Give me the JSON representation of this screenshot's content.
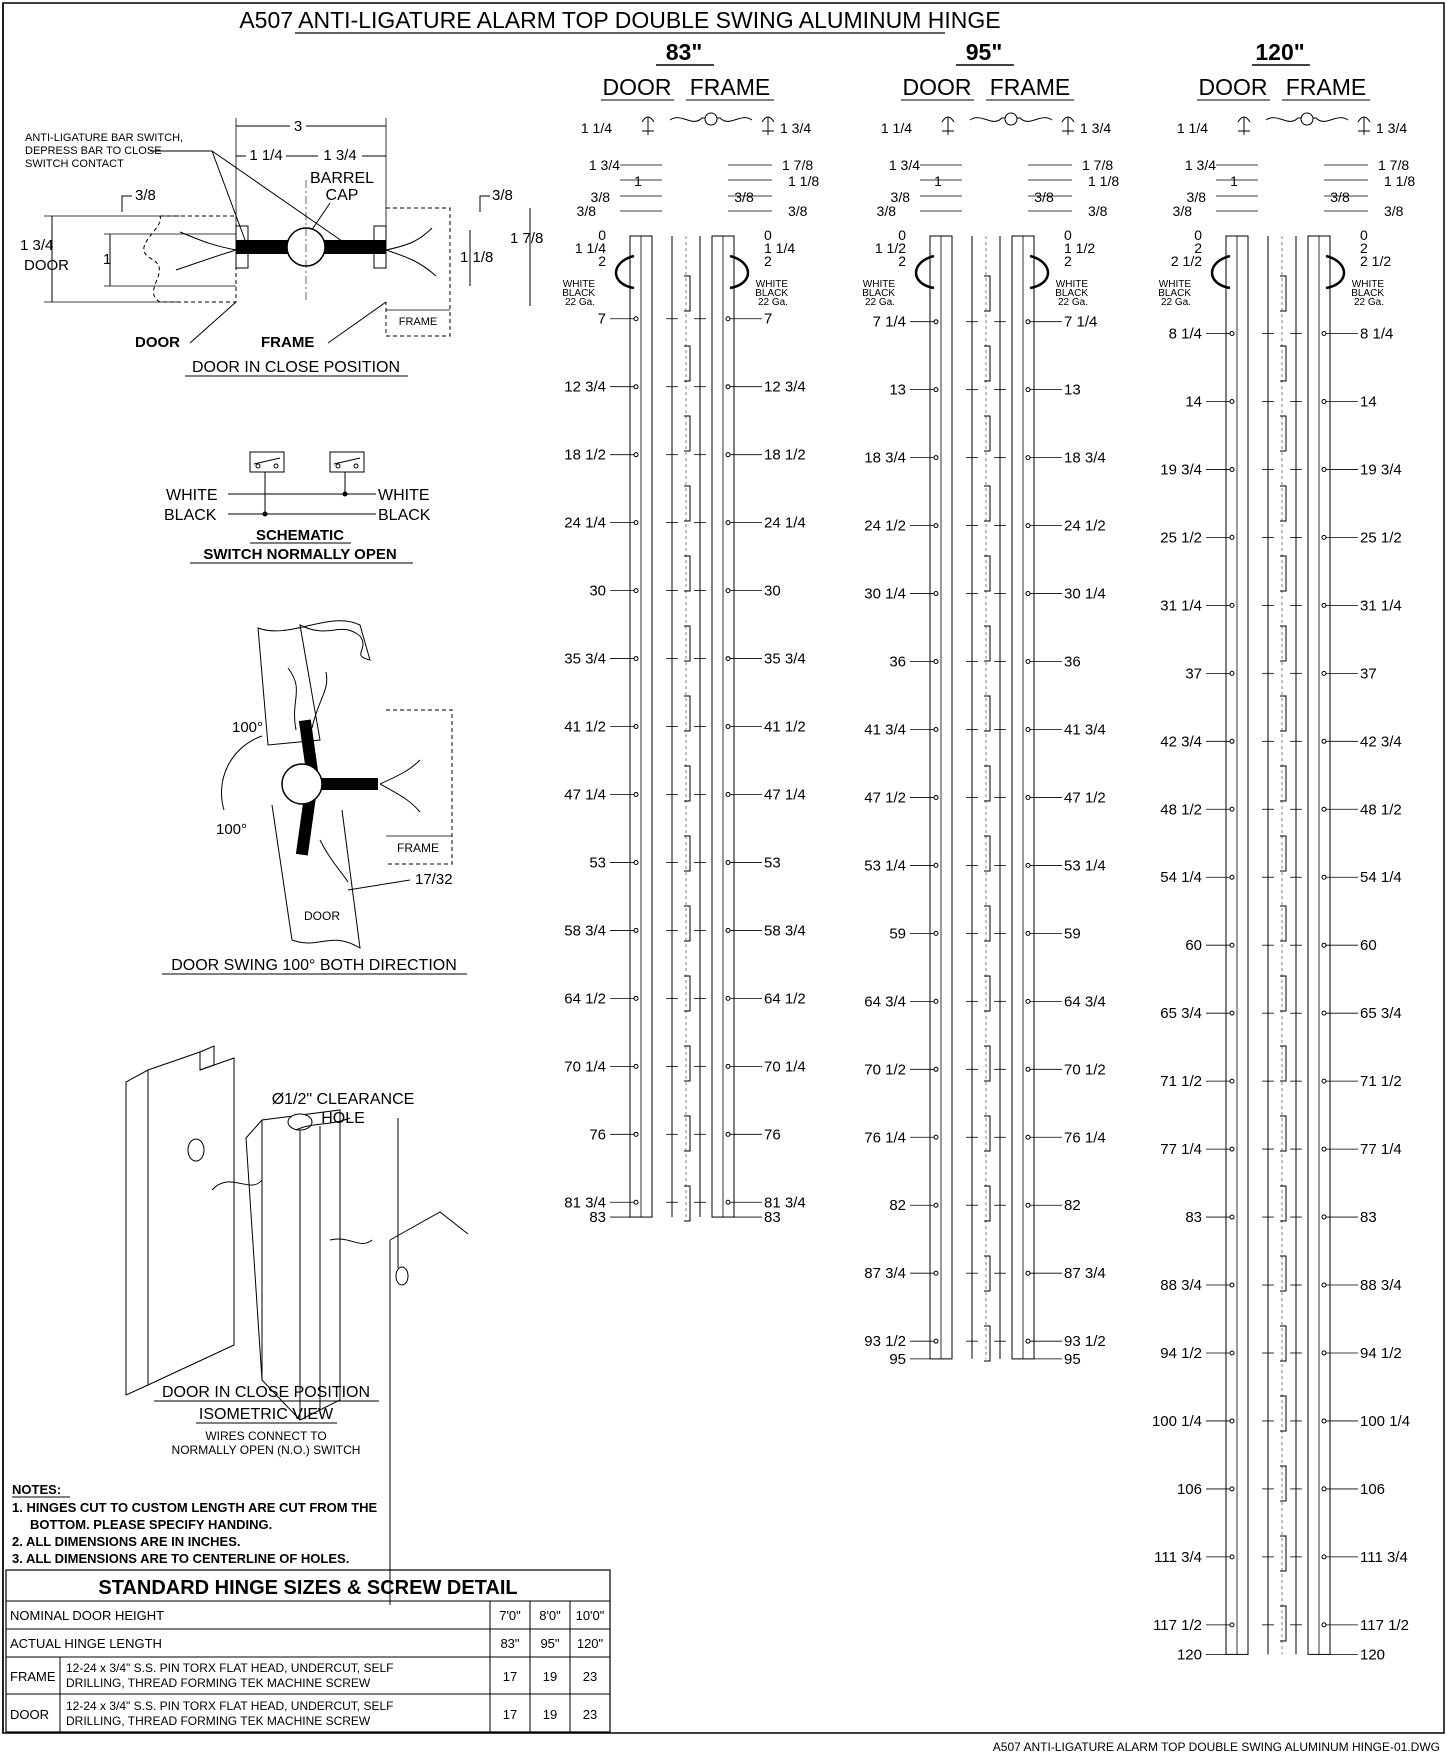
{
  "title": "A507 ANTI-LIGATURE ALARM TOP DOUBLE SWING ALUMINUM HINGE",
  "file_name": "A507 ANTI-LIGATURE ALARM TOP DOUBLE SWING ALUMINUM HINGE-01.DWG",
  "close_detail": {
    "switch_note": [
      "ANTI-LIGATURE BAR SWITCH,",
      "DEPRESS BAR TO CLOSE",
      "SWITCH CONTACT"
    ],
    "dim_overall": "3",
    "dim_left": "1 1/4",
    "dim_right": "1 3/4",
    "barrel_cap": [
      "BARREL",
      "CAP"
    ],
    "dim_3_8_left": "3/8",
    "dim_3_8_right": "3/8",
    "dim_1_7_8": "1 7/8",
    "dim_door_thick": "1 3/4",
    "door_word": "DOOR",
    "dim_1": "1",
    "dim_1_1_8": "1 1/8",
    "frame_box_label": "FRAME",
    "door_label": "DOOR",
    "frame_label": "FRAME",
    "caption": "DOOR IN CLOSE POSITION"
  },
  "schematic": {
    "wire_top": "WHITE",
    "wire_bottom": "BLACK",
    "title": "SCHEMATIC",
    "subtitle": "SWITCH NORMALLY OPEN"
  },
  "swing": {
    "angle_top": "100°",
    "angle_bottom": "100°",
    "frame_label": "FRAME",
    "door_label": "DOOR",
    "dim": "17/32",
    "caption": "DOOR SWING 100° BOTH DIRECTION"
  },
  "iso": {
    "hole_label": [
      "Ø1/2\" CLEARANCE",
      "HOLE"
    ],
    "caption1": "DOOR IN CLOSE POSITION",
    "caption2": "ISOMETRIC VIEW",
    "note": [
      "WIRES CONNECT TO",
      "NORMALLY OPEN (N.O.) SWITCH"
    ]
  },
  "notes": {
    "heading": "NOTES:",
    "items": [
      "1. HINGES CUT TO CUSTOM LENGTH ARE CUT FROM THE",
      "    BOTTOM. PLEASE SPECIFY HANDING.",
      "2. ALL DIMENSIONS ARE IN INCHES.",
      "3. ALL DIMENSIONS ARE TO CENTERLINE OF HOLES."
    ]
  },
  "table": {
    "title": "STANDARD HINGE SIZES & SCREW DETAIL",
    "rows": [
      {
        "label": "NOMINAL DOOR HEIGHT",
        "values": [
          "7'0\"",
          "8'0\"",
          "10'0\""
        ]
      },
      {
        "label": "ACTUAL HINGE LENGTH",
        "values": [
          "83\"",
          "95\"",
          "120\""
        ]
      },
      {
        "tag": "FRAME",
        "label": "12-24 x 3/4\" S.S. PIN TORX FLAT HEAD, UNDERCUT, SELF",
        "label2": "DRILLING, THREAD FORMING TEK MACHINE SCREW",
        "values": [
          "17",
          "19",
          "23"
        ]
      },
      {
        "tag": "DOOR",
        "label": "12-24 x 3/4\" S.S. PIN TORX FLAT HEAD, UNDERCUT, SELF",
        "label2": "DRILLING, THREAD FORMING TEK MACHINE SCREW",
        "values": [
          "17",
          "19",
          "23"
        ]
      }
    ]
  },
  "columns": [
    {
      "title": "83\"",
      "door_label": "DOOR",
      "frame_label": "FRAME",
      "top_dims": {
        "a": "1 1/4",
        "b": "1 3/4",
        "c": "1 3/4",
        "d": "1 7/8",
        "e": "1",
        "f": "1 1/8",
        "g": "3/8",
        "h": "3/8",
        "i": "3/8",
        "j": "3/8"
      },
      "wire": {
        "white": "WHITE",
        "black": "BLACK",
        "ga": "22 Ga."
      },
      "top_left": [
        "0",
        "1 1/4",
        "2"
      ],
      "top_right": [
        "0",
        "1 1/4",
        "2"
      ],
      "total": 83,
      "holes": [
        {
          "pos": 7,
          "left": "7",
          "right": "7"
        },
        {
          "pos": 12.75,
          "left": "12 3/4",
          "right": "12 3/4"
        },
        {
          "pos": 18.5,
          "left": "18 1/2",
          "right": "18 1/2"
        },
        {
          "pos": 24.25,
          "left": "24 1/4",
          "right": "24 1/4"
        },
        {
          "pos": 30,
          "left": "30",
          "right": "30"
        },
        {
          "pos": 35.75,
          "left": "35 3/4",
          "right": "35 3/4"
        },
        {
          "pos": 41.5,
          "left": "41 1/2",
          "right": "41 1/2"
        },
        {
          "pos": 47.25,
          "left": "47 1/4",
          "right": "47 1/4"
        },
        {
          "pos": 53,
          "left": "53",
          "right": "53"
        },
        {
          "pos": 58.75,
          "left": "58 3/4",
          "right": "58 3/4"
        },
        {
          "pos": 64.5,
          "left": "64 1/2",
          "right": "64 1/2"
        },
        {
          "pos": 70.25,
          "left": "70 1/4",
          "right": "70 1/4"
        },
        {
          "pos": 76,
          "left": "76",
          "right": "76"
        },
        {
          "pos": 81.75,
          "left": "81 3/4",
          "right": "81 3/4"
        }
      ],
      "end": {
        "left": "83",
        "right": "83"
      }
    },
    {
      "title": "95\"",
      "door_label": "DOOR",
      "frame_label": "FRAME",
      "top_dims": {
        "a": "1 1/4",
        "b": "1 3/4",
        "c": "1 3/4",
        "d": "1 7/8",
        "e": "1",
        "f": "1 1/8",
        "g": "3/8",
        "h": "3/8",
        "i": "3/8",
        "j": "3/8"
      },
      "wire": {
        "white": "WHITE",
        "black": "BLACK",
        "ga": "22 Ga."
      },
      "top_left": [
        "0",
        "1 1/2",
        "2"
      ],
      "top_right": [
        "0",
        "1 1/2",
        "2"
      ],
      "total": 95,
      "holes": [
        {
          "pos": 7.25,
          "left": "7 1/4",
          "right": "7 1/4"
        },
        {
          "pos": 13,
          "left": "13",
          "right": "13"
        },
        {
          "pos": 18.75,
          "left": "18 3/4",
          "right": "18 3/4"
        },
        {
          "pos": 24.5,
          "left": "24 1/2",
          "right": "24 1/2"
        },
        {
          "pos": 30.25,
          "left": "30 1/4",
          "right": "30 1/4"
        },
        {
          "pos": 36,
          "left": "36",
          "right": "36"
        },
        {
          "pos": 41.75,
          "left": "41 3/4",
          "right": "41 3/4"
        },
        {
          "pos": 47.5,
          "left": "47 1/2",
          "right": "47 1/2"
        },
        {
          "pos": 53.25,
          "left": "53 1/4",
          "right": "53 1/4"
        },
        {
          "pos": 59,
          "left": "59",
          "right": "59"
        },
        {
          "pos": 64.75,
          "left": "64 3/4",
          "right": "64 3/4"
        },
        {
          "pos": 70.5,
          "left": "70 1/2",
          "right": "70 1/2"
        },
        {
          "pos": 76.25,
          "left": "76 1/4",
          "right": "76 1/4"
        },
        {
          "pos": 82,
          "left": "82",
          "right": "82"
        },
        {
          "pos": 87.75,
          "left": "87 3/4",
          "right": "87 3/4"
        },
        {
          "pos": 93.5,
          "left": "93 1/2",
          "right": "93 1/2"
        }
      ],
      "end": {
        "left": "95",
        "right": "95"
      }
    },
    {
      "title": "120\"",
      "door_label": "DOOR",
      "frame_label": "FRAME",
      "top_dims": {
        "a": "1 1/4",
        "b": "1 3/4",
        "c": "1 3/4",
        "d": "1 7/8",
        "e": "1",
        "f": "1 1/8",
        "g": "3/8",
        "h": "3/8",
        "i": "3/8",
        "j": "3/8"
      },
      "wire": {
        "white": "WHITE",
        "black": "BLACK",
        "ga": "22 Ga."
      },
      "top_left": [
        "0",
        "2",
        "2 1/2"
      ],
      "top_right": [
        "0",
        "2",
        "2 1/2"
      ],
      "total": 120,
      "holes": [
        {
          "pos": 8.25,
          "left": "8 1/4",
          "right": "8 1/4"
        },
        {
          "pos": 14,
          "left": "14",
          "right": "14"
        },
        {
          "pos": 19.75,
          "left": "19 3/4",
          "right": "19 3/4"
        },
        {
          "pos": 25.5,
          "left": "25 1/2",
          "right": "25 1/2"
        },
        {
          "pos": 31.25,
          "left": "31 1/4",
          "right": "31 1/4"
        },
        {
          "pos": 37,
          "left": "37",
          "right": "37"
        },
        {
          "pos": 42.75,
          "left": "42 3/4",
          "right": "42 3/4"
        },
        {
          "pos": 48.5,
          "left": "48 1/2",
          "right": "48 1/2"
        },
        {
          "pos": 54.25,
          "left": "54 1/4",
          "right": "54 1/4"
        },
        {
          "pos": 60,
          "left": "60",
          "right": "60"
        },
        {
          "pos": 65.75,
          "left": "65 3/4",
          "right": "65 3/4"
        },
        {
          "pos": 71.5,
          "left": "71 1/2",
          "right": "71 1/2"
        },
        {
          "pos": 77.25,
          "left": "77 1/4",
          "right": "77 1/4"
        },
        {
          "pos": 83,
          "left": "83",
          "right": "83"
        },
        {
          "pos": 88.75,
          "left": "88 3/4",
          "right": "88 3/4"
        },
        {
          "pos": 94.5,
          "left": "94 1/2",
          "right": "94 1/2"
        },
        {
          "pos": 100.25,
          "left": "100 1/4",
          "right": "100 1/4"
        },
        {
          "pos": 106,
          "left": "106",
          "right": "106"
        },
        {
          "pos": 111.75,
          "left": "111 3/4",
          "right": "111 3/4"
        },
        {
          "pos": 117.5,
          "left": "117 1/2",
          "right": "117 1/2"
        }
      ],
      "end": {
        "left": "120",
        "right": "120"
      }
    }
  ]
}
